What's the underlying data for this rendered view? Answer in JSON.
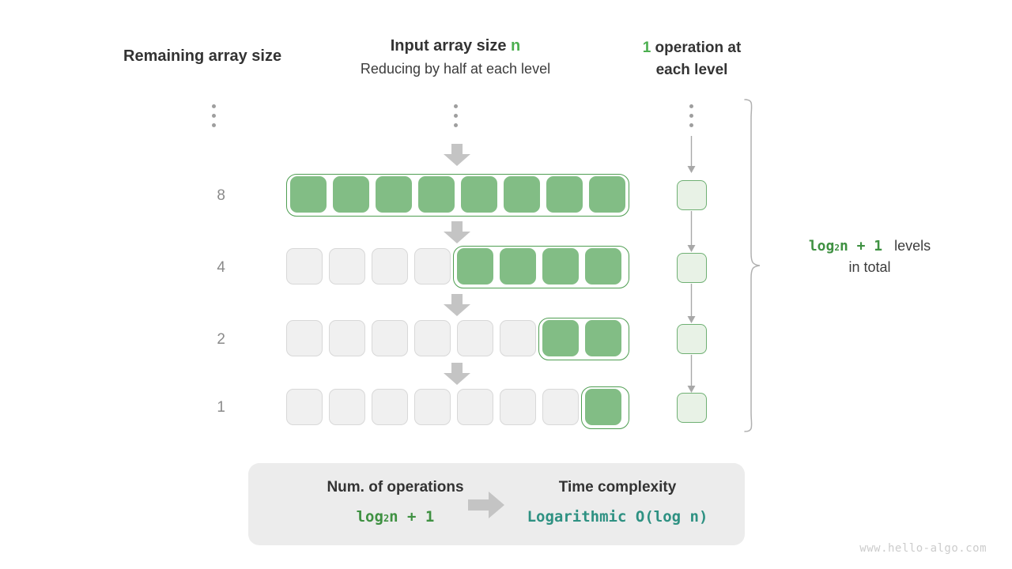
{
  "headers": {
    "left": "Remaining array size",
    "center_title_text": "Input array size",
    "center_title_symbol": "n",
    "center_subtitle": "Reducing by half at each level",
    "right_count": "1",
    "right_text_line1": " operation at",
    "right_text_line2": "each level"
  },
  "levels": [
    {
      "label": "8",
      "total_cells": 8,
      "filled_cells": 8,
      "filled_start_index": 0
    },
    {
      "label": "4",
      "total_cells": 8,
      "filled_cells": 4,
      "filled_start_index": 4
    },
    {
      "label": "2",
      "total_cells": 8,
      "filled_cells": 2,
      "filled_start_index": 6
    },
    {
      "label": "1",
      "total_cells": 8,
      "filled_cells": 1,
      "filled_start_index": 7
    }
  ],
  "operations_per_level": [
    "1",
    "1",
    "1",
    "1"
  ],
  "ellipsis": "vertical-ellipsis",
  "note": {
    "formula": "log",
    "formula_sub": "2",
    "formula_rest": "n + 1",
    "text_after": " levels",
    "text_line2": "in total"
  },
  "summary": {
    "left_title": "Num. of operations",
    "left_value_prefix": "log",
    "left_value_sub": "2",
    "left_value_rest": "n + 1",
    "right_title": "Time complexity",
    "right_value": "Logarithmic  O(log n)",
    "arrow": "right-arrow-icon"
  },
  "watermark": "www.hello-algo.com",
  "colors": {
    "green_accent": "#4CAF50",
    "green_fill": "#82bd85",
    "green_border": "#4f9e52",
    "green_light_fill": "#e8f2e6",
    "gray_cell": "#f0f0f0",
    "gray_cell_border": "#d8d8d8",
    "teal": "#2e9182",
    "arrow_gray": "#c4c4c4",
    "summary_bg": "#ececec"
  }
}
